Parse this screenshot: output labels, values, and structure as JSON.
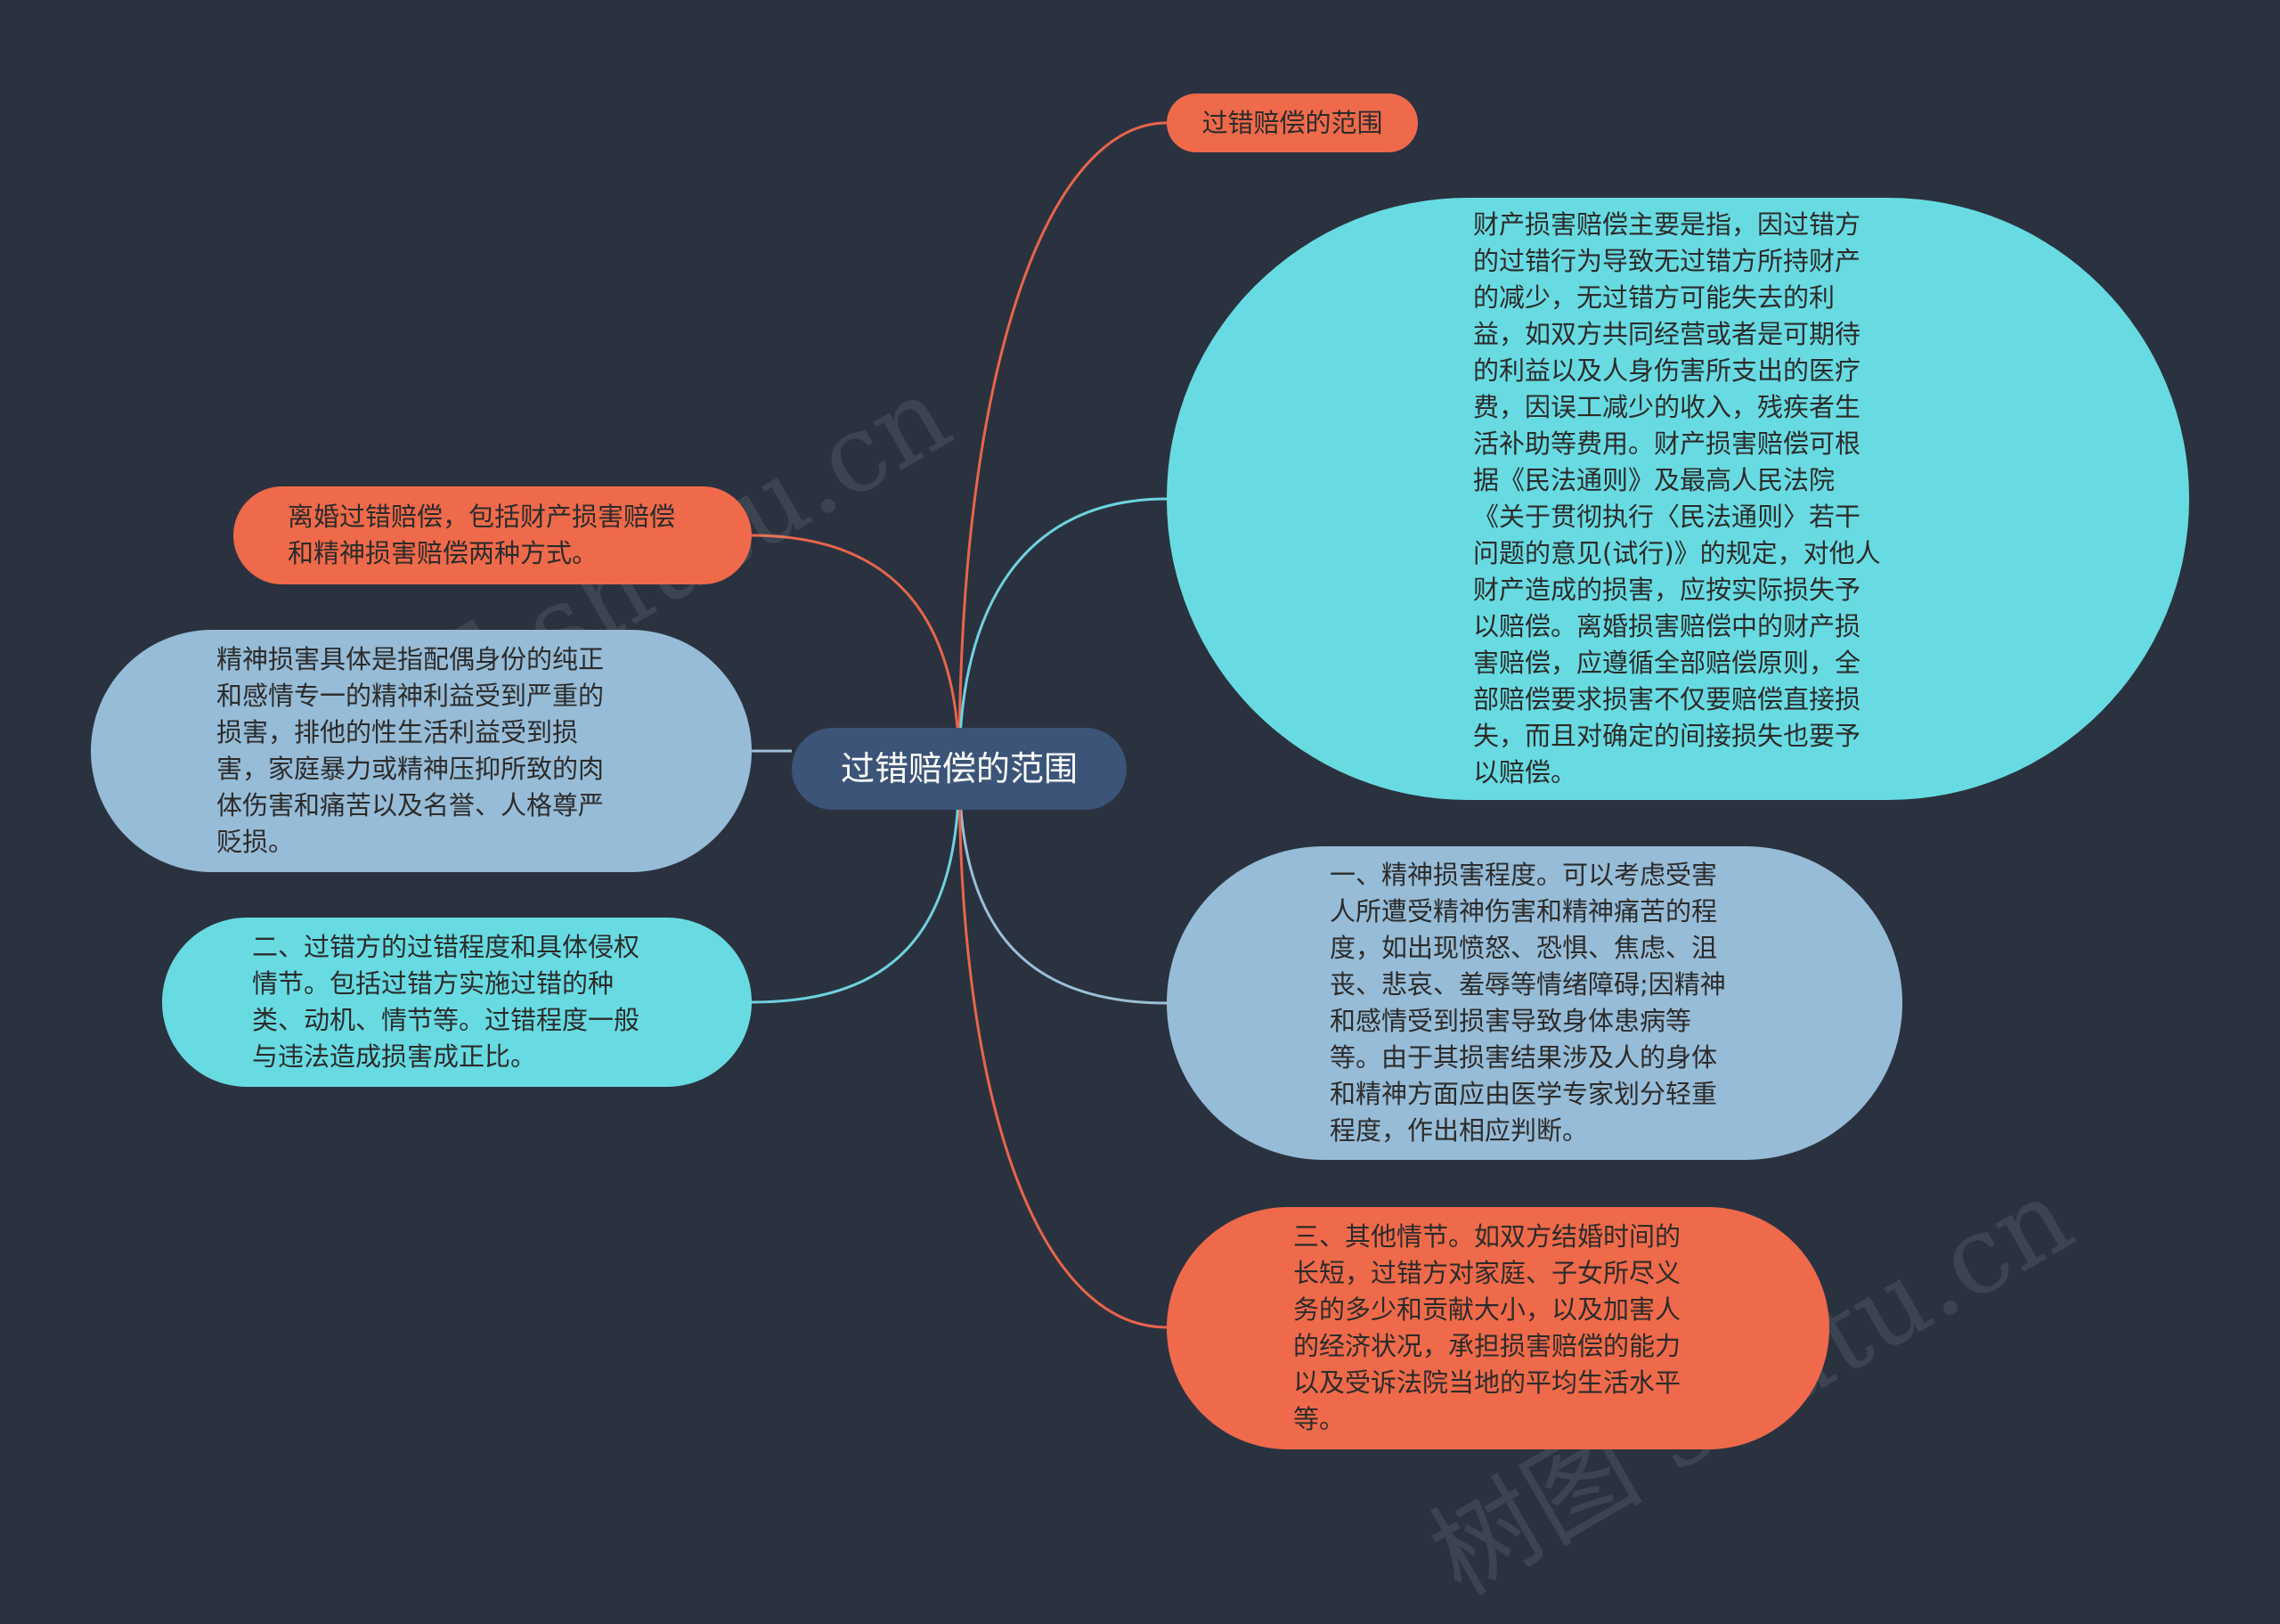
{
  "colors": {
    "background": "#2a3240",
    "center": "#3b5478",
    "orange": "#ef6a4a",
    "cyan": "#68dbe2",
    "blue_gray": "#97bcd7",
    "link_orange": "#e9654a",
    "link_cyan": "#6fd2e0",
    "link_blue": "#9bc0d8"
  },
  "center": {
    "label": "过错赔偿的范围"
  },
  "nodes": {
    "top": {
      "label": "过错赔偿的范围"
    },
    "big": {
      "label": "财产损害赔偿主要是指，因过错方的过错行为导致无过错方所持财产的减少，无过错方可能失去的利益，如双方共同经营或者是可期待的利益以及人身伤害所支出的医疗费，因误工减少的收入，残疾者生活补助等费用。财产损害赔偿可根据《民法通则》及最高人民法院《关于贯彻执行〈民法通则〉若干问题的意见(试行)》的规定，对他人财产造成的损害，应按实际损失予以赔偿。离婚损害赔偿中的财产损害赔偿，应遵循全部赔偿原则，全部赔偿要求损害不仅要赔偿直接损失，而且对确定的间接损失也要予以赔偿。"
    },
    "r2": {
      "label": "一、精神损害程度。可以考虑受害人所遭受精神伤害和精神痛苦的程度，如出现愤怒、恐惧、焦虑、沮丧、悲哀、羞辱等情绪障碍;因精神和感情受到损害导致身体患病等等。由于其损害结果涉及人的身体和精神方面应由医学专家划分轻重程度，作出相应判断。"
    },
    "r3": {
      "label": "三、其他情节。如双方结婚时间的长短，过错方对家庭、子女所尽义务的多少和贡献大小，以及加害人的经济状况，承担损害赔偿的能力以及受诉法院当地的平均生活水平等。"
    },
    "l1": {
      "label": "离婚过错赔偿，包括财产损害赔偿和精神损害赔偿两种方式。"
    },
    "l2": {
      "label": "精神损害具体是指配偶身份的纯正和感情专一的精神利益受到严重的损害，排他的性生活利益受到损害，家庭暴力或精神压抑所致的肉体伤害和痛苦以及名誉、人格尊严贬损。"
    },
    "l3": {
      "label": "二、过错方的过错程度和具体侵权情节。包括过错方实施过错的种类、动机、情节等。过错程度一般与违法造成损害成正比。"
    }
  },
  "watermarks": [
    "树图 shutu.cn",
    "树图 shutu.cn",
    "树图 shutu.cn"
  ]
}
